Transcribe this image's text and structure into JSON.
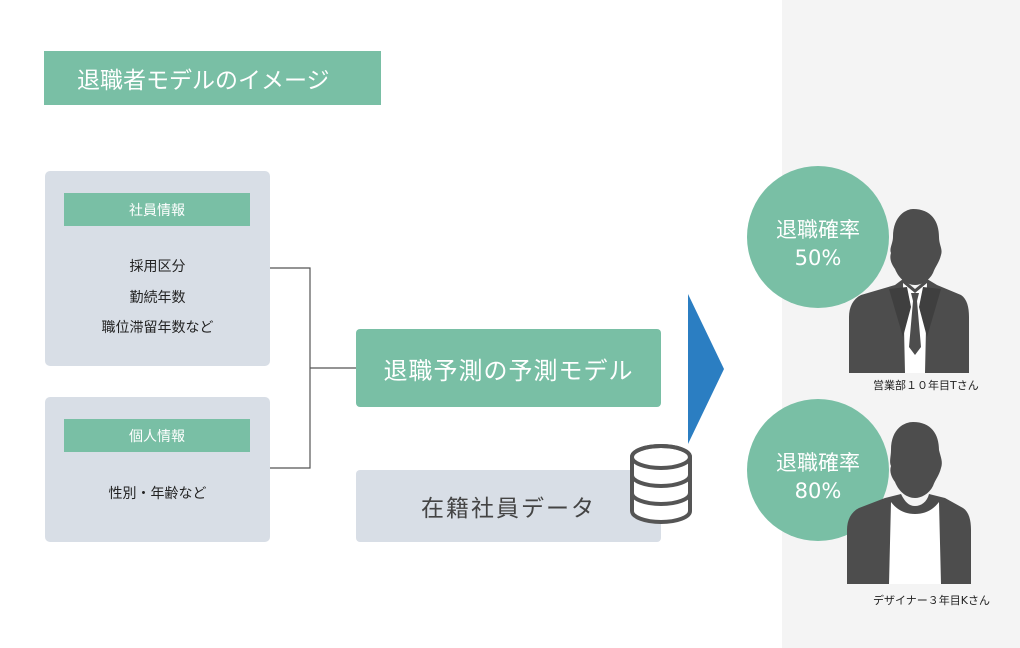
{
  "title": "退職者モデルのイメージ",
  "employee_info": {
    "header": "社員情報",
    "items": [
      "採用区分",
      "勤続年数",
      "職位滞留年数など"
    ]
  },
  "personal_info": {
    "header": "個人情報",
    "items": [
      "性別・年齢など"
    ]
  },
  "model_label": "退職予測の予測モデル",
  "data_label": "在籍社員データ",
  "predictions": [
    {
      "label": "退職確率",
      "value": "50%",
      "caption": "営業部１０年目Tさん"
    },
    {
      "label": "退職確率",
      "value": "80%",
      "caption": "デザイナー３年目Kさん"
    }
  ],
  "colors": {
    "accent": "#79bfa5",
    "box": "#d8dee6",
    "arrow": "#2b7ec2",
    "person": "#4d4d4d",
    "panel": "#f4f4f4"
  },
  "icons": [
    "database-icon",
    "arrow-right-icon",
    "person-suit-icon",
    "person-casual-icon"
  ]
}
